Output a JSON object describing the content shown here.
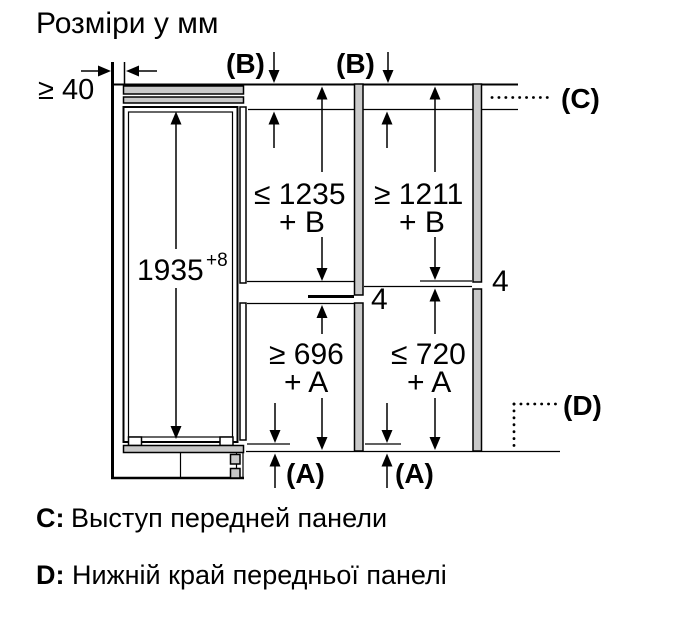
{
  "title": "Розміри у мм",
  "diagram": {
    "min_gap": "≥ 40",
    "b_left": "(B)",
    "b_right": "(B)",
    "c_ref": "(C)",
    "d_ref": "(D)",
    "a_left": "(A)",
    "a_right": "(A)",
    "appliance_height": "1935",
    "appliance_height_tolerance": "+8",
    "upper_left_dim": "≤ 1235",
    "upper_left_dim_suffix": "+ B",
    "upper_right_dim": "≥ 1211",
    "upper_right_dim_suffix": "+ B",
    "lower_left_dim": "≥ 696",
    "lower_left_dim_suffix": "+ A",
    "lower_right_dim": "≤ 720",
    "lower_right_dim_suffix": "+ A",
    "gap_left": "4",
    "gap_right": "4"
  },
  "legend": {
    "c_key": "C:",
    "c_text": "Выступ передней панели",
    "d_key": "D:",
    "d_text": "Нижній край передньої панелі"
  },
  "colors": {
    "line": "#000000",
    "panel_fill": "#c9c9c9",
    "background": "#ffffff"
  }
}
